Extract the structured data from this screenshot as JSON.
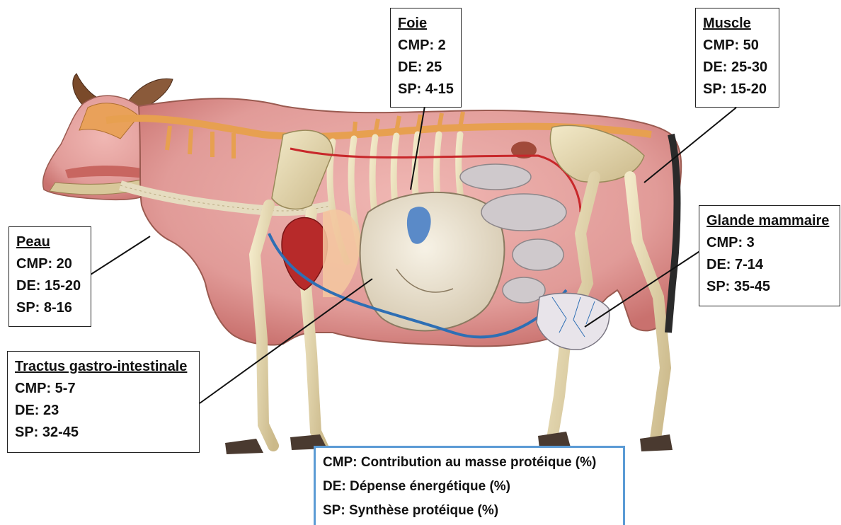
{
  "labels": {
    "foie": {
      "title": "Foie",
      "cmp": "CMP: 2",
      "de": "DE: 25",
      "sp": "SP: 4-15"
    },
    "muscle": {
      "title": "Muscle",
      "cmp": "CMP: 50",
      "de": "DE: 25-30",
      "sp": "SP: 15-20"
    },
    "peau": {
      "title": "Peau",
      "cmp": "CMP: 20",
      "de": "DE: 15-20",
      "sp": "SP: 8-16"
    },
    "glande": {
      "title": "Glande mammaire",
      "cmp": "CMP: 3",
      "de": "DE: 7-14",
      "sp": "SP: 35-45"
    },
    "tractus": {
      "title": "Tractus gastro-intestinale",
      "cmp": "CMP: 5-7",
      "de": "DE: 23",
      "sp": "SP: 32-45"
    }
  },
  "legend": {
    "cmp": "CMP: Contribution au masse protéique (%)",
    "de": "DE: Dépense énergétique (%)",
    "sp": "SP: Synthèse protéique (%)"
  },
  "colors": {
    "muscle": "#dc8f8f",
    "bone": "#e8dcb0",
    "rumen": "#ece4d0",
    "intestine": "#c9c4c6",
    "vein": "#2e6fb4",
    "artery": "#c8272a",
    "legend_border": "#5b9bd5"
  }
}
